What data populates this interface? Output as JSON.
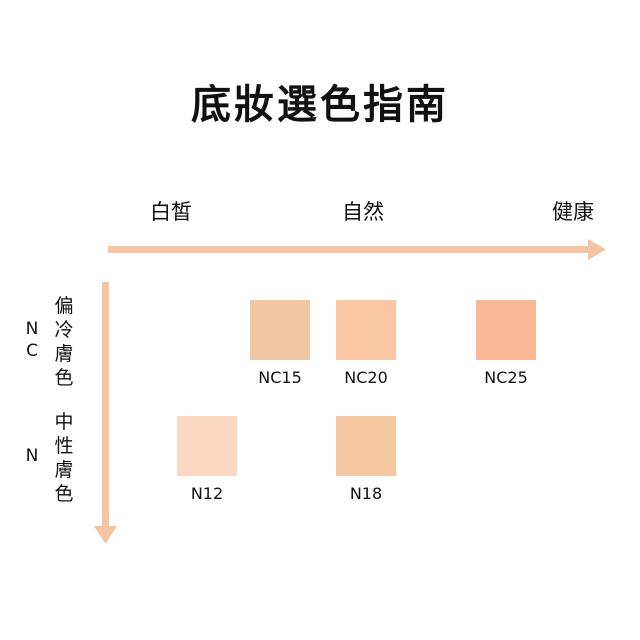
{
  "title": "底妝選色指南",
  "axes": {
    "x_labels": [
      "白皙",
      "自然",
      "健康"
    ],
    "arrow_color": "#f4c4a3"
  },
  "rows": [
    {
      "code": "NC",
      "tone": "偏冷膚色"
    },
    {
      "code": "N",
      "tone": "中性膚色"
    }
  ],
  "swatches": [
    {
      "label": "NC15",
      "color": "#f2c6a2"
    },
    {
      "label": "NC20",
      "color": "#fcc7a4"
    },
    {
      "label": "NC25",
      "color": "#f9b995"
    },
    {
      "label": "N12",
      "color": "#fcd8c3"
    },
    {
      "label": "N18",
      "color": "#f5c7a0"
    }
  ]
}
